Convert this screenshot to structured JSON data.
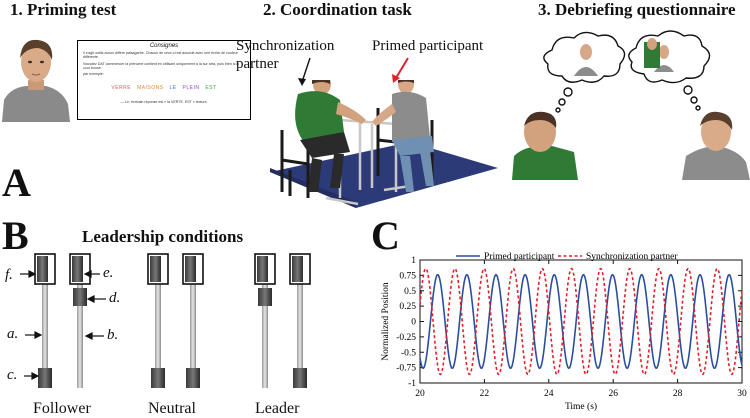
{
  "panel1": {
    "title": "1. Priming test"
  },
  "panel2": {
    "title": "2. Coordination task",
    "label_partner_line1": "Synchronization",
    "label_partner_line2": "partner",
    "label_primed": "Primed participant"
  },
  "panel3": {
    "title": "3. Debriefing questionnaire"
  },
  "panel_letters": {
    "a": "A",
    "b": "B",
    "c": "C"
  },
  "priming_document": {
    "title": "Consignes",
    "line1": "Il s'agit outils avons différe paisagarbe. Chacun de ceux-ci est associé avec une écrire de couleur différente.",
    "line2": "Vousdez DAT commencer la prénome contient en utilisant uniquement à la sur cela, puis bien à la cour bouse.",
    "line3": "par exemple:",
    "words": [
      {
        "text": "VERRE",
        "color": "#d06060"
      },
      {
        "text": "MAISONS",
        "color": "#e08a3a"
      },
      {
        "text": "LE",
        "color": "#3a7ad0"
      },
      {
        "text": "PLEIN",
        "color": "#8a4ad0"
      },
      {
        "text": "EST",
        "color": "#3aa050"
      }
    ],
    "footer": "— Le, écrivain réponse est « la VERTE. EST » lecture."
  },
  "leadership": {
    "title": "Leadership conditions",
    "labels": {
      "a": "a.",
      "b": "b.",
      "c": "c.",
      "d": "d.",
      "e": "e.",
      "f": "f."
    },
    "conditions": [
      "Follower",
      "Neutral",
      "Leader"
    ]
  },
  "colors": {
    "primed": "#2b4f9e",
    "partner": "#e0202a",
    "arrow_red": "#e0202a"
  },
  "chart_data": {
    "type": "line",
    "xlabel": "Time (s)",
    "ylabel": "Normalized Position",
    "xlim": [
      20,
      30
    ],
    "ylim": [
      -1,
      1
    ],
    "xticks": [
      "20",
      "22",
      "24",
      "26",
      "28",
      "30"
    ],
    "yticks": [
      "1",
      "0.75",
      "0.5",
      "0.25",
      "0",
      "-0.25",
      "-0.5",
      "-0.75",
      "-1"
    ],
    "series": [
      {
        "name": "Primed participant",
        "style": "solid",
        "color": "#2b4f9e",
        "amplitude": 0.76,
        "period_s": 0.905,
        "phase_peak_s": 20.55,
        "x_start": 20.0,
        "x_end": 30.0
      },
      {
        "name": "Synchronization partner",
        "style": "dashed",
        "color": "#e0202a",
        "amplitude": 0.86,
        "period_s": 0.905,
        "phase_peak_s": 20.18,
        "x_start": 20.0,
        "x_end": 30.0
      }
    ]
  }
}
